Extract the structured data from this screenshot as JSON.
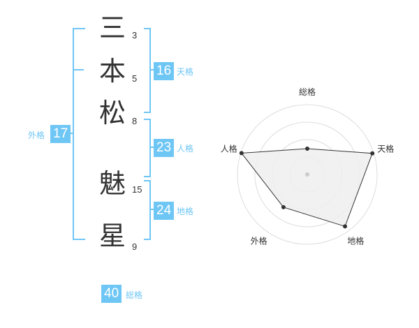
{
  "name_chars": [
    {
      "char": "三",
      "strokes": "3"
    },
    {
      "char": "本",
      "strokes": "5"
    },
    {
      "char": "松",
      "strokes": "8"
    },
    {
      "char": "魅",
      "strokes": "15"
    },
    {
      "char": "星",
      "strokes": "9"
    }
  ],
  "kaku": {
    "tenkaku": {
      "value": "16",
      "label": "天格"
    },
    "jinkaku": {
      "value": "23",
      "label": "人格"
    },
    "chikaku": {
      "value": "24",
      "label": "地格"
    },
    "gaikaku": {
      "value": "17",
      "label": "外格"
    },
    "soukaku": {
      "value": "40",
      "label": "総格"
    }
  },
  "colors": {
    "accent": "#6ec6f5",
    "text": "#333333",
    "grid": "#dddddd",
    "fill": "#eeeeee",
    "line": "#333333"
  },
  "chart_data": {
    "type": "radar",
    "axes": [
      "総格",
      "天格",
      "地格",
      "外格",
      "人格"
    ],
    "values": [
      0.37,
      0.98,
      0.92,
      0.58,
      0.99
    ],
    "max": 1,
    "rings": 4
  }
}
